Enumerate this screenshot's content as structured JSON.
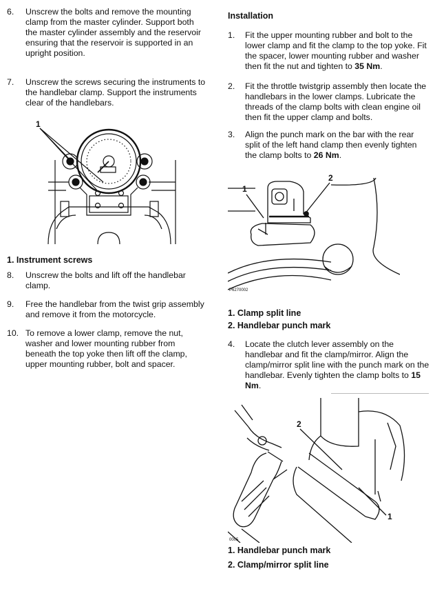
{
  "left": {
    "steps": [
      {
        "num": "6.",
        "text": "Unscrew the bolts and remove the mounting clamp from the master cylinder. Support both the master cylinder assembly and the reservoir ensuring that the reservoir is supported in an upright position."
      },
      {
        "num": "7.",
        "text": "Unscrew the screws securing the instruments to the handlebar clamp. Support the instruments clear of the handlebars."
      }
    ],
    "figure": {
      "callout": "1",
      "caption": "1. Instrument screws"
    },
    "steps2": [
      {
        "num": "8.",
        "text": "Unscrew the bolts and lift off the handlebar clamp."
      },
      {
        "num": "9.",
        "text": "Free the handlebar from the twist grip assembly and remove it from the motorcycle."
      },
      {
        "num": "10.",
        "text": "To remove a lower clamp, remove the nut, washer and lower mounting rubber from beneath the top yoke then lift off the clamp, upper mounting rubber, bolt and spacer."
      }
    ]
  },
  "right": {
    "heading": "Installation",
    "step1": {
      "num": "1.",
      "pre": "Fit the upper mounting rubber and bolt to the lower clamp and fit the clamp to the top yoke. Fit the spacer, lower mounting rubber and washer then fit the nut and tighten to ",
      "bold": "35 Nm",
      "post": "."
    },
    "step2": {
      "num": "2.",
      "text": "Fit the throttle twistgrip assembly then locate the handlebars in the lower clamps.  Lubricate the threads of the clamp bolts with clean engine oil then fit the upper clamp and bolts."
    },
    "step3": {
      "num": "3.",
      "pre": "Align the punch mark on the bar with the rear split of the left hand clamp then evenly tighten the clamp bolts to ",
      "bold": "26 Nm",
      "post": "."
    },
    "figure1": {
      "callout1": "1",
      "callout2": "2",
      "code": "P6270002",
      "captions": [
        "1. Clamp split line",
        "2. Handlebar punch mark"
      ]
    },
    "step4": {
      "num": "4.",
      "pre": "Locate the clutch lever assembly on the handlebar and fit the clamp/mirror. Align the clamp/mirror split line with the punch mark on the handlebar. Evenly tighten the clamp bolts to ",
      "bold": "15 Nm",
      "post": "."
    },
    "figure2": {
      "callout1": "1",
      "callout2": "2",
      "code": "0005",
      "captions": [
        "1. Handlebar punch mark",
        "2. Clamp/mirror split line"
      ]
    }
  }
}
